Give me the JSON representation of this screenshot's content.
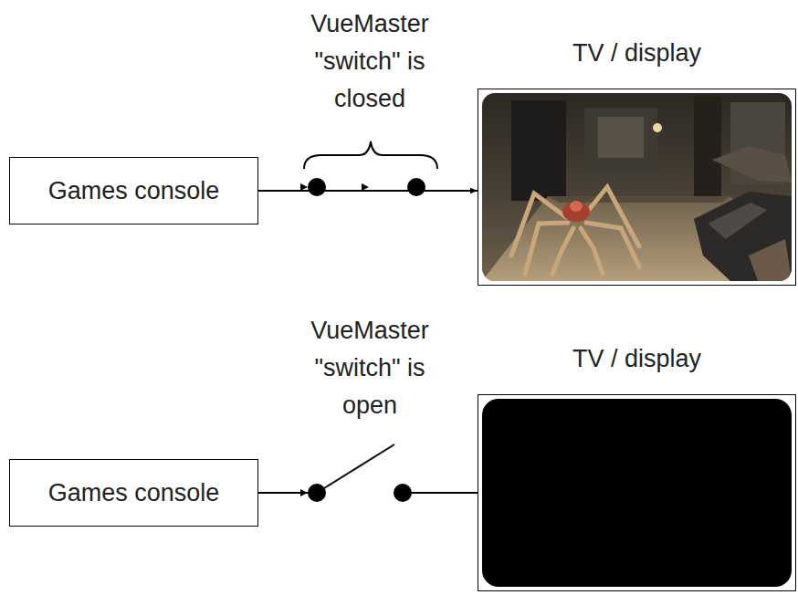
{
  "diagram": {
    "nodes": [
      {
        "text": [
          "Games console"
        ]
      },
      {
        "text": [
          "TV / display"
        ]
      },
      {
        "text": [
          "Games console"
        ]
      },
      {
        "text": [
          "TV / display"
        ]
      }
    ],
    "edges": [
      {
        "from": 0,
        "to": 1,
        "arrow": "to"
      }
    ],
    "labels": [
      "VueMaster \"switch\" is closed",
      "VueMaster \"switch\" is open"
    ]
  }
}
